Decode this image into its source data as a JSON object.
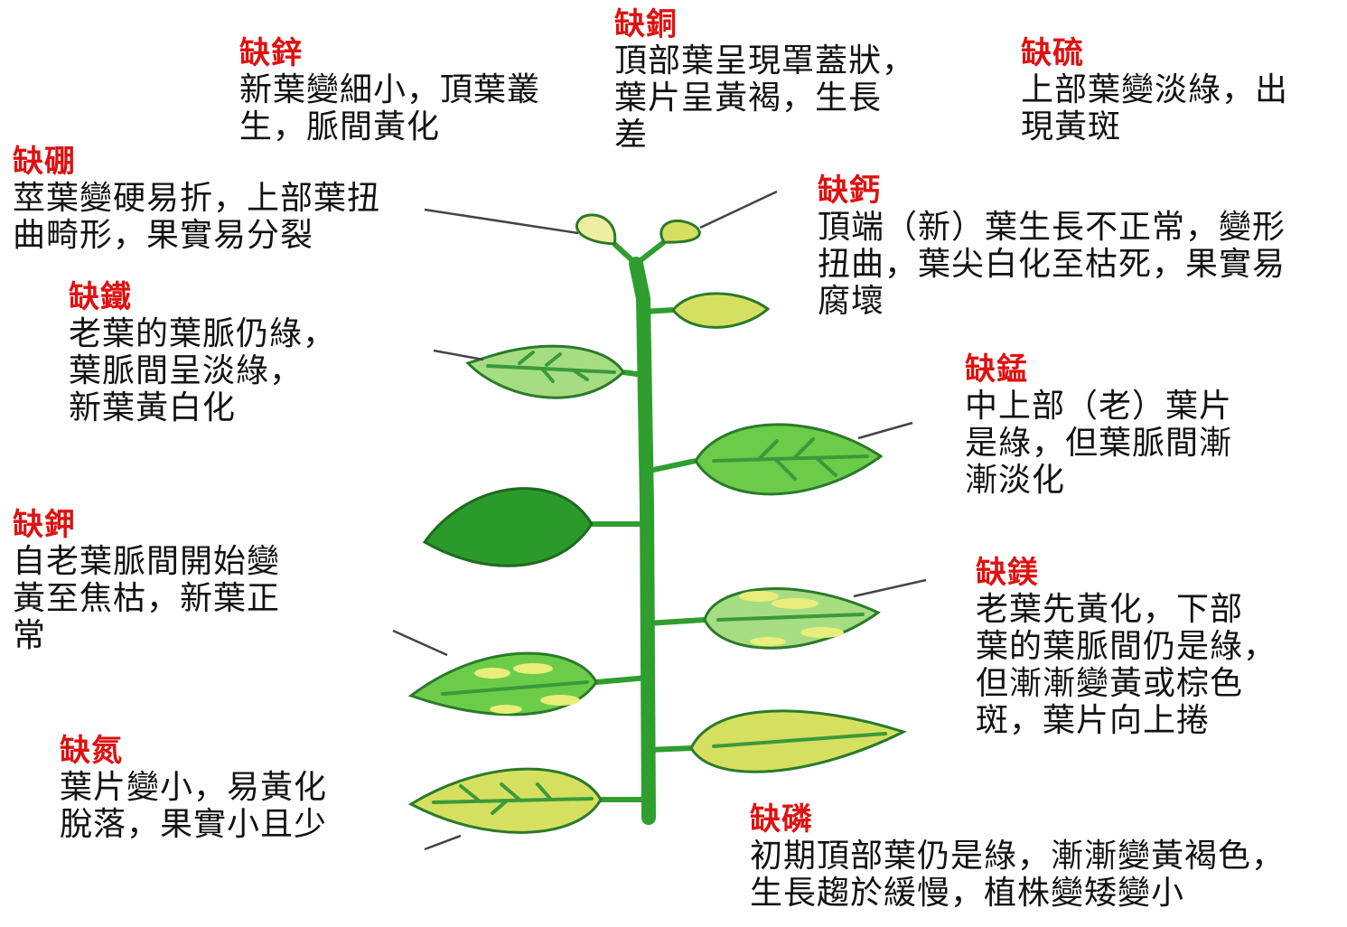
{
  "notes": {
    "zinc": {
      "title": "缺鋅",
      "body": "新葉變細小，頂葉叢\n生，脈間黃化"
    },
    "copper": {
      "title": "缺銅",
      "body": "頂部葉呈現罩蓋狀，\n葉片呈黃褐，生長\n差"
    },
    "sulfur": {
      "title": "缺硫",
      "body": "上部葉變淡綠，出\n現黃斑"
    },
    "boron": {
      "title": "缺硼",
      "body": "莖葉變硬易折，上部葉扭\n曲畸形，果實易分裂"
    },
    "calcium": {
      "title": "缺鈣",
      "body": "頂端（新）葉生長不正常，變形\n扭曲，葉尖白化至枯死，果實易\n腐壞"
    },
    "iron": {
      "title": "缺鐵",
      "body": "老葉的葉脈仍綠，\n葉脈間呈淡綠，\n新葉黃白化"
    },
    "manganese": {
      "title": "缺錳",
      "body": "中上部（老）葉片\n是綠，但葉脈間漸\n漸淡化"
    },
    "potassium": {
      "title": "缺鉀",
      "body": "自老葉脈間開始變\n黃至焦枯，新葉正\n常"
    },
    "magnesium": {
      "title": "缺鎂",
      "body": "老葉先黃化，下部\n葉的葉脈間仍是綠，\n但漸漸變黃或棕色\n斑，葉片向上捲"
    },
    "nitrogen": {
      "title": "缺氮",
      "body": "葉片變小，易黃化\n脫落，果實小且少"
    },
    "phosphorus": {
      "title": "缺磷",
      "body": "初期頂部葉仍是綠，漸漸變黃褐色，\n生長趨於緩慢，植株變矮變小"
    }
  },
  "colors": {
    "title_red": "#e01010",
    "stem": "#2f9e2f",
    "leaf_dark": "#2a9a2a",
    "leaf_mid": "#6ccc4a",
    "leaf_light": "#a6dd82",
    "leaf_yellow": "#d6e060",
    "leaf_pale": "#eeeea0"
  }
}
